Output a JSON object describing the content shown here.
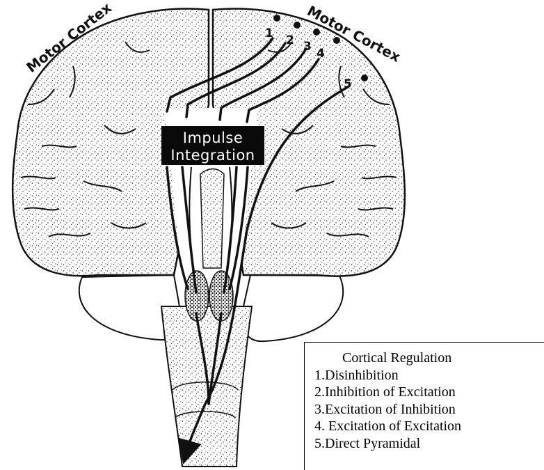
{
  "diagram": {
    "left_label": "Motor Cortex",
    "right_label": "Motor Cortex",
    "integration_box": {
      "line1": "Impulse",
      "line2": "Integration"
    },
    "pathway_numbers": [
      "1",
      "2",
      "3",
      "4",
      "5"
    ]
  },
  "legend": {
    "title": "Cortical Regulation",
    "items": [
      "1.Disinhibition",
      "2.Inhibition of Excitation",
      "3.Excitation of Inhibition",
      "4. Excitation of Excitation",
      "5.Direct Pyramidal"
    ]
  },
  "colors": {
    "ink": "#111111",
    "paper": "#ffffff"
  }
}
